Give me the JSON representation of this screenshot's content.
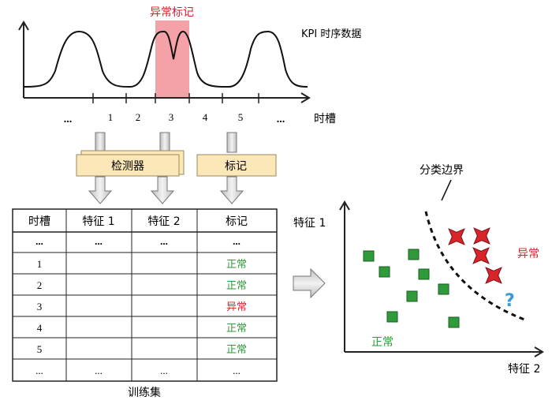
{
  "top": {
    "anomaly_mark_label": "异常标记",
    "series_label": "KPI 时序数据",
    "axis_label": "时槽",
    "ticks": [
      "...",
      "1",
      "2",
      "3",
      "4",
      "5",
      "..."
    ]
  },
  "middle": {
    "detector_label": "检测器",
    "marker_label": "标记"
  },
  "table": {
    "caption": "训练集",
    "headers": [
      "时槽",
      "特征 1",
      "特征 2",
      "标记"
    ],
    "rows": [
      [
        "...",
        "...",
        "...",
        "..."
      ],
      [
        "1",
        "",
        "",
        "正常"
      ],
      [
        "2",
        "",
        "",
        "正常"
      ],
      [
        "3",
        "",
        "",
        "异常"
      ],
      [
        "4",
        "",
        "",
        "正常"
      ],
      [
        "5",
        "",
        "",
        "正常"
      ],
      [
        "...",
        "...",
        "...",
        "..."
      ]
    ]
  },
  "scatter": {
    "boundary_label": "分类边界",
    "y_axis_label": "特征 1",
    "x_axis_label": "特征 2",
    "anomaly_label": "异常",
    "normal_label": "正常",
    "unknown_mark": "?"
  },
  "colors": {
    "normal_green": "#2e9a3a",
    "anomaly_red": "#d8242b",
    "highlight_pink": "#f4a1a8",
    "box_fill": "#fbe7b8",
    "question_blue": "#3a9ad8"
  }
}
